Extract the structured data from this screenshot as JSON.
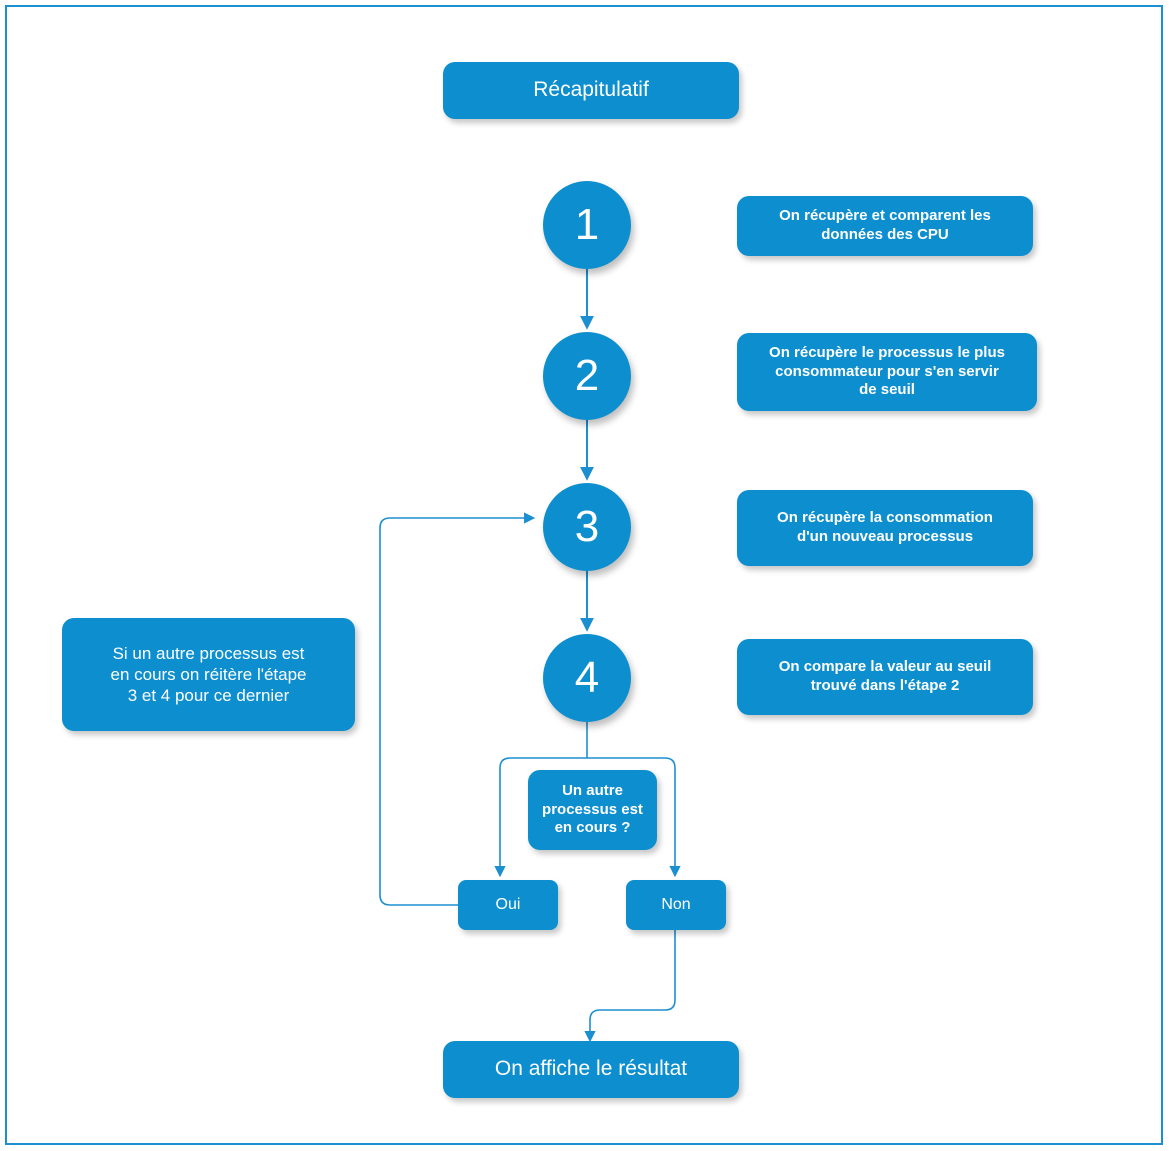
{
  "diagram": {
    "title": "Récapitulatif",
    "accent_color": "#0d8ecf",
    "frame_color": "#1b8fd0",
    "connector_color": "#1b8fd0",
    "text_color": "#ffffff",
    "steps": [
      {
        "number": "1",
        "description": "On récupère et comparent les\ndonnées des CPU"
      },
      {
        "number": "2",
        "description": "On récupère le processus le plus\nconsommateur pour s'en servir\nde seuil"
      },
      {
        "number": "3",
        "description": "On récupère la consommation\nd'un nouveau processus"
      },
      {
        "number": "4",
        "description": "On compare la valeur au seuil\ntrouvé dans l'étape 2"
      }
    ],
    "loop_note": "Si un autre processus est\nen cours on réitère l'étape\n3 et 4 pour ce dernier",
    "decision": {
      "question": "Un autre\nprocessus est\nen cours ?",
      "yes_label": "Oui",
      "no_label": "Non"
    },
    "result": "On affiche le résultat"
  }
}
